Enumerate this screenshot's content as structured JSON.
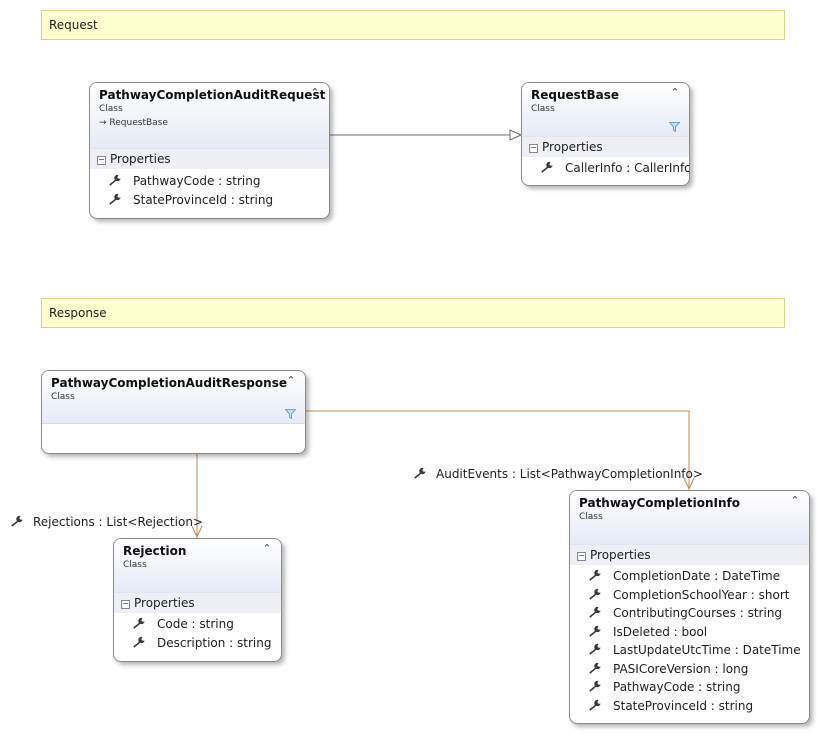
{
  "notes": {
    "request": "Request",
    "response": "Response"
  },
  "classes": {
    "audit_request": {
      "name": "PathwayCompletionAuditRequest",
      "kind": "Class",
      "base": "RequestBase",
      "section": "Properties",
      "properties": [
        "PathwayCode : string",
        "StateProvinceId : string"
      ]
    },
    "request_base": {
      "name": "RequestBase",
      "kind": "Class",
      "section": "Properties",
      "properties": [
        "CallerInfo : CallerInfo"
      ]
    },
    "audit_response": {
      "name": "PathwayCompletionAuditResponse",
      "kind": "Class"
    },
    "rejection": {
      "name": "Rejection",
      "kind": "Class",
      "section": "Properties",
      "properties": [
        "Code : string",
        "Description : string"
      ]
    },
    "completion_info": {
      "name": "PathwayCompletionInfo",
      "kind": "Class",
      "section": "Properties",
      "properties": [
        "CompletionDate : DateTime",
        "CompletionSchoolYear : short",
        "ContributingCourses : string",
        "IsDeleted : bool",
        "LastUpdateUtcTime : DateTime",
        "PASICoreVersion : long",
        "PathwayCode : string",
        "StateProvinceId : string"
      ]
    }
  },
  "associations": {
    "rejections": "Rejections : List<Rejection>",
    "audit_events": "AuditEvents : List<PathwayCompletionInfo>"
  },
  "colors": {
    "association": "#c08a5c",
    "inheritance": "#6d6d6d",
    "note_bg": "#ffffcf"
  },
  "icons": {
    "member": "wrench-icon",
    "collapse": "chevron-up-double-icon",
    "filter": "filter-icon",
    "base": "inherit-arrow-icon"
  }
}
